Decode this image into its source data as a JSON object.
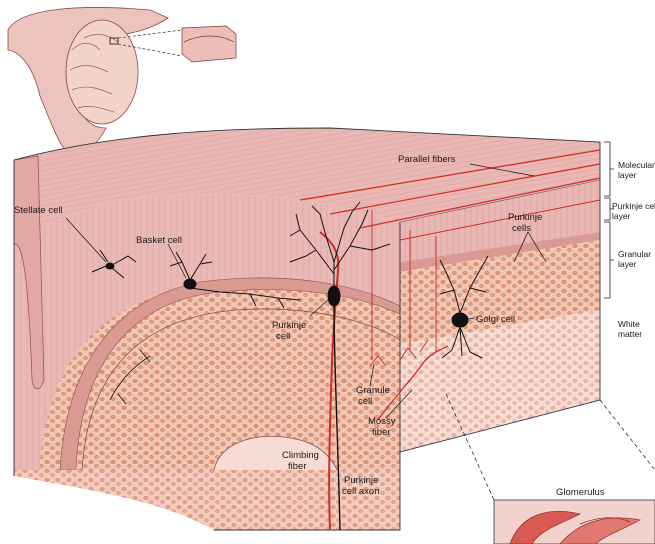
{
  "labels": {
    "stellate": "Stellate cell",
    "basket": "Basket cell",
    "parallel": "Parallel fibers",
    "purkinje_cells": [
      "Purkinje",
      "cells"
    ],
    "purkinje_cell": [
      "Purkinje",
      "cell"
    ],
    "golgi": "Golgi cell",
    "granule": [
      "Granule",
      "cell"
    ],
    "mossy": [
      "Mossy",
      "fiber"
    ],
    "climbing": [
      "Climbing",
      "fiber"
    ],
    "purkinje_axon": [
      "Purkinje",
      "cell axon"
    ],
    "glomerulus": "Glomerulus"
  },
  "layers": {
    "molecular": [
      "Molecular",
      "layer"
    ],
    "purkinje_layer": [
      "Purkinje cell",
      "layer"
    ],
    "granular": [
      "Granular",
      "layer"
    ],
    "white": [
      "White",
      "matter"
    ]
  },
  "colors": {
    "molecular": "#e9b7b4",
    "granular": "#f0c6b5",
    "white_matter": "#f6dcd4",
    "fiber_red": "#d42a1f",
    "neuron": "#111111"
  }
}
